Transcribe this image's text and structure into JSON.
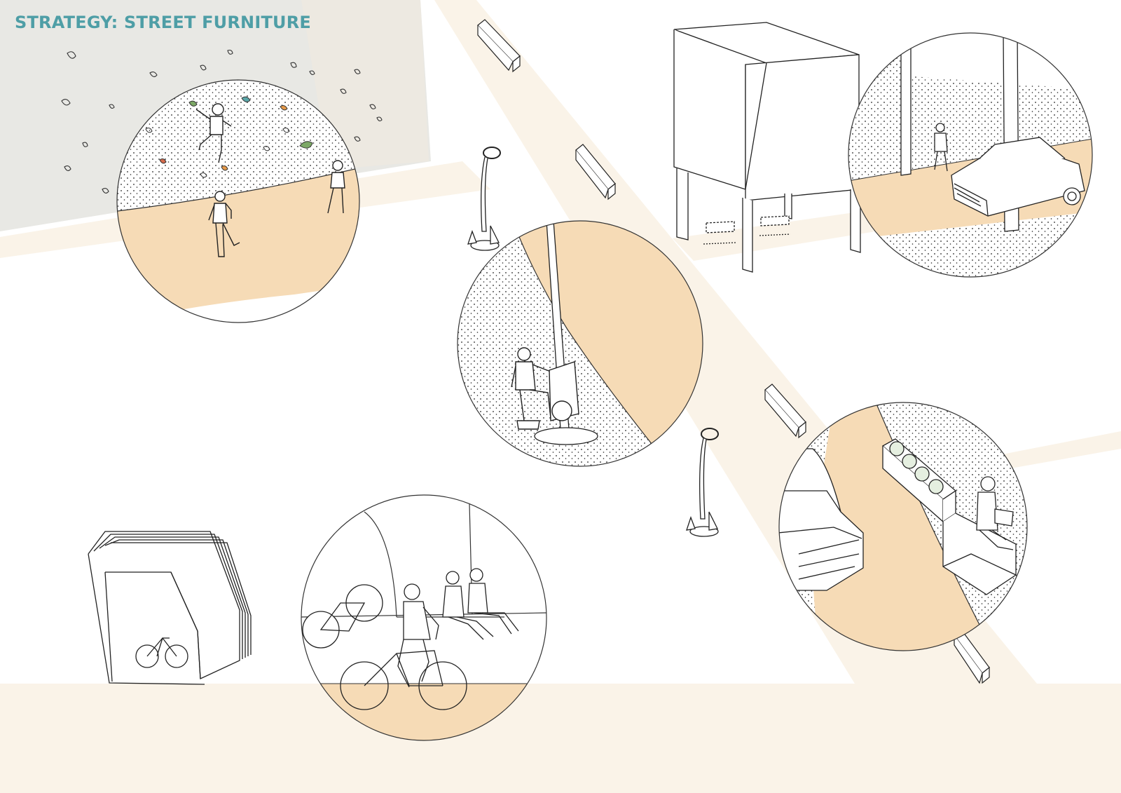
{
  "page": {
    "title": "STRATEGY: STREET FURNITURE"
  },
  "colors": {
    "title": "#4e9ea6",
    "path_fill": "#f6dbb6",
    "pale_band": "#faf3e8",
    "climbing_wall": "#e8e8e4",
    "line": "#1d1d1d",
    "hold_orange": "#e69a4a",
    "hold_green": "#7ca866",
    "hold_teal": "#5aa6a8",
    "hold_red": "#d46a4c"
  },
  "vignettes": [
    {
      "id": "climbing-wall",
      "icon": "climber-icon"
    },
    {
      "id": "exercise-lamppost",
      "icon": "exercise-bike-icon"
    },
    {
      "id": "elevated-pavilion",
      "icon": "pavilion-icon"
    },
    {
      "id": "canopy-parking",
      "icon": "car-icon"
    },
    {
      "id": "planter-bench",
      "icon": "planter-icon"
    },
    {
      "id": "bike-shelter",
      "icon": "bike-rack-icon"
    },
    {
      "id": "cycling-seating",
      "icon": "cyclist-icon"
    }
  ]
}
